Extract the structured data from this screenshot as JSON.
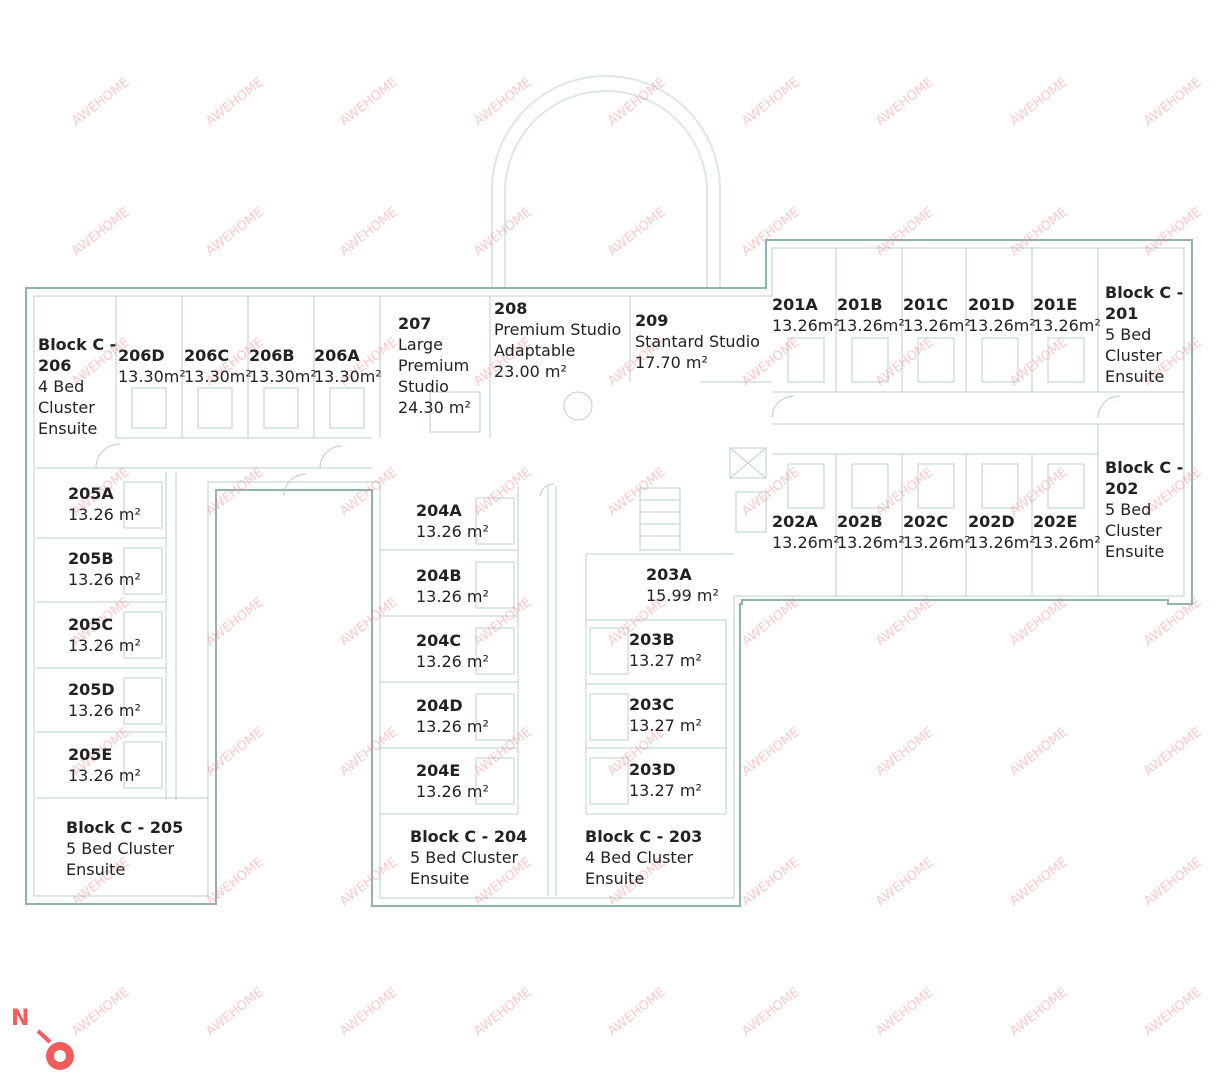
{
  "watermark": "AWEHOME",
  "compass_label": "N",
  "colors": {
    "walls": "#8fb3b3",
    "text": "#222222",
    "watermark": "#f08a8a",
    "compass": "#f25c5c"
  },
  "rooms": {
    "r206_cluster": {
      "name_l1": "Block C -",
      "name_l2": "206",
      "desc_l1": "4 Bed",
      "desc_l2": "Cluster",
      "desc_l3": "Ensuite"
    },
    "r206D": {
      "name": "206D",
      "area": "13.30m²"
    },
    "r206C": {
      "name": "206C",
      "area": "13.30m²"
    },
    "r206B": {
      "name": "206B",
      "area": "13.30m²"
    },
    "r206A": {
      "name": "206A",
      "area": "13.30m²"
    },
    "r207": {
      "name": "207",
      "desc_l1": "Large",
      "desc_l2": "Premium",
      "desc_l3": "Studio",
      "area": "24.30 m²"
    },
    "r208": {
      "name": "208",
      "desc_l1": "Premium Studio",
      "desc_l2": "Adaptable",
      "area": "23.00 m²"
    },
    "r209": {
      "name": "209",
      "desc_l1": "Stantard Studio",
      "area": "17.70 m²"
    },
    "r201A": {
      "name": "201A",
      "area": "13.26m²"
    },
    "r201B": {
      "name": "201B",
      "area": "13.26m²"
    },
    "r201C": {
      "name": "201C",
      "area": "13.26m²"
    },
    "r201D": {
      "name": "201D",
      "area": "13.26m²"
    },
    "r201E": {
      "name": "201E",
      "area": "13.26m²"
    },
    "r201_cluster": {
      "name_l1": "Block C -",
      "name_l2": "201",
      "desc_l1": "5 Bed",
      "desc_l2": "Cluster",
      "desc_l3": "Ensuite"
    },
    "r202A": {
      "name": "202A",
      "area": "13.26m²"
    },
    "r202B": {
      "name": "202B",
      "area": "13.26m²"
    },
    "r202C": {
      "name": "202C",
      "area": "13.26m²"
    },
    "r202D": {
      "name": "202D",
      "area": "13.26m²"
    },
    "r202E": {
      "name": "202E",
      "area": "13.26m²"
    },
    "r202_cluster": {
      "name_l1": "Block C -",
      "name_l2": "202",
      "desc_l1": "5 Bed",
      "desc_l2": "Cluster",
      "desc_l3": "Ensuite"
    },
    "r205A": {
      "name": "205A",
      "area": "13.26 m²"
    },
    "r205B": {
      "name": "205B",
      "area": "13.26 m²"
    },
    "r205C": {
      "name": "205C",
      "area": "13.26 m²"
    },
    "r205D": {
      "name": "205D",
      "area": "13.26 m²"
    },
    "r205E": {
      "name": "205E",
      "area": "13.26 m²"
    },
    "r205_cluster": {
      "name": "Block C - 205",
      "desc_l1": "5 Bed Cluster",
      "desc_l2": "Ensuite"
    },
    "r204A": {
      "name": "204A",
      "area": "13.26 m²"
    },
    "r204B": {
      "name": "204B",
      "area": "13.26 m²"
    },
    "r204C": {
      "name": "204C",
      "area": "13.26 m²"
    },
    "r204D": {
      "name": "204D",
      "area": "13.26 m²"
    },
    "r204E": {
      "name": "204E",
      "area": "13.26 m²"
    },
    "r204_cluster": {
      "name": "Block C - 204",
      "desc_l1": "5 Bed Cluster",
      "desc_l2": "Ensuite"
    },
    "r203A": {
      "name": "203A",
      "area": "15.99 m²"
    },
    "r203B": {
      "name": "203B",
      "area": "13.27 m²"
    },
    "r203C": {
      "name": "203C",
      "area": "13.27 m²"
    },
    "r203D": {
      "name": "203D",
      "area": "13.27 m²"
    },
    "r203_cluster": {
      "name": "Block C - 203",
      "desc_l1": "4 Bed Cluster",
      "desc_l2": "Ensuite"
    }
  }
}
